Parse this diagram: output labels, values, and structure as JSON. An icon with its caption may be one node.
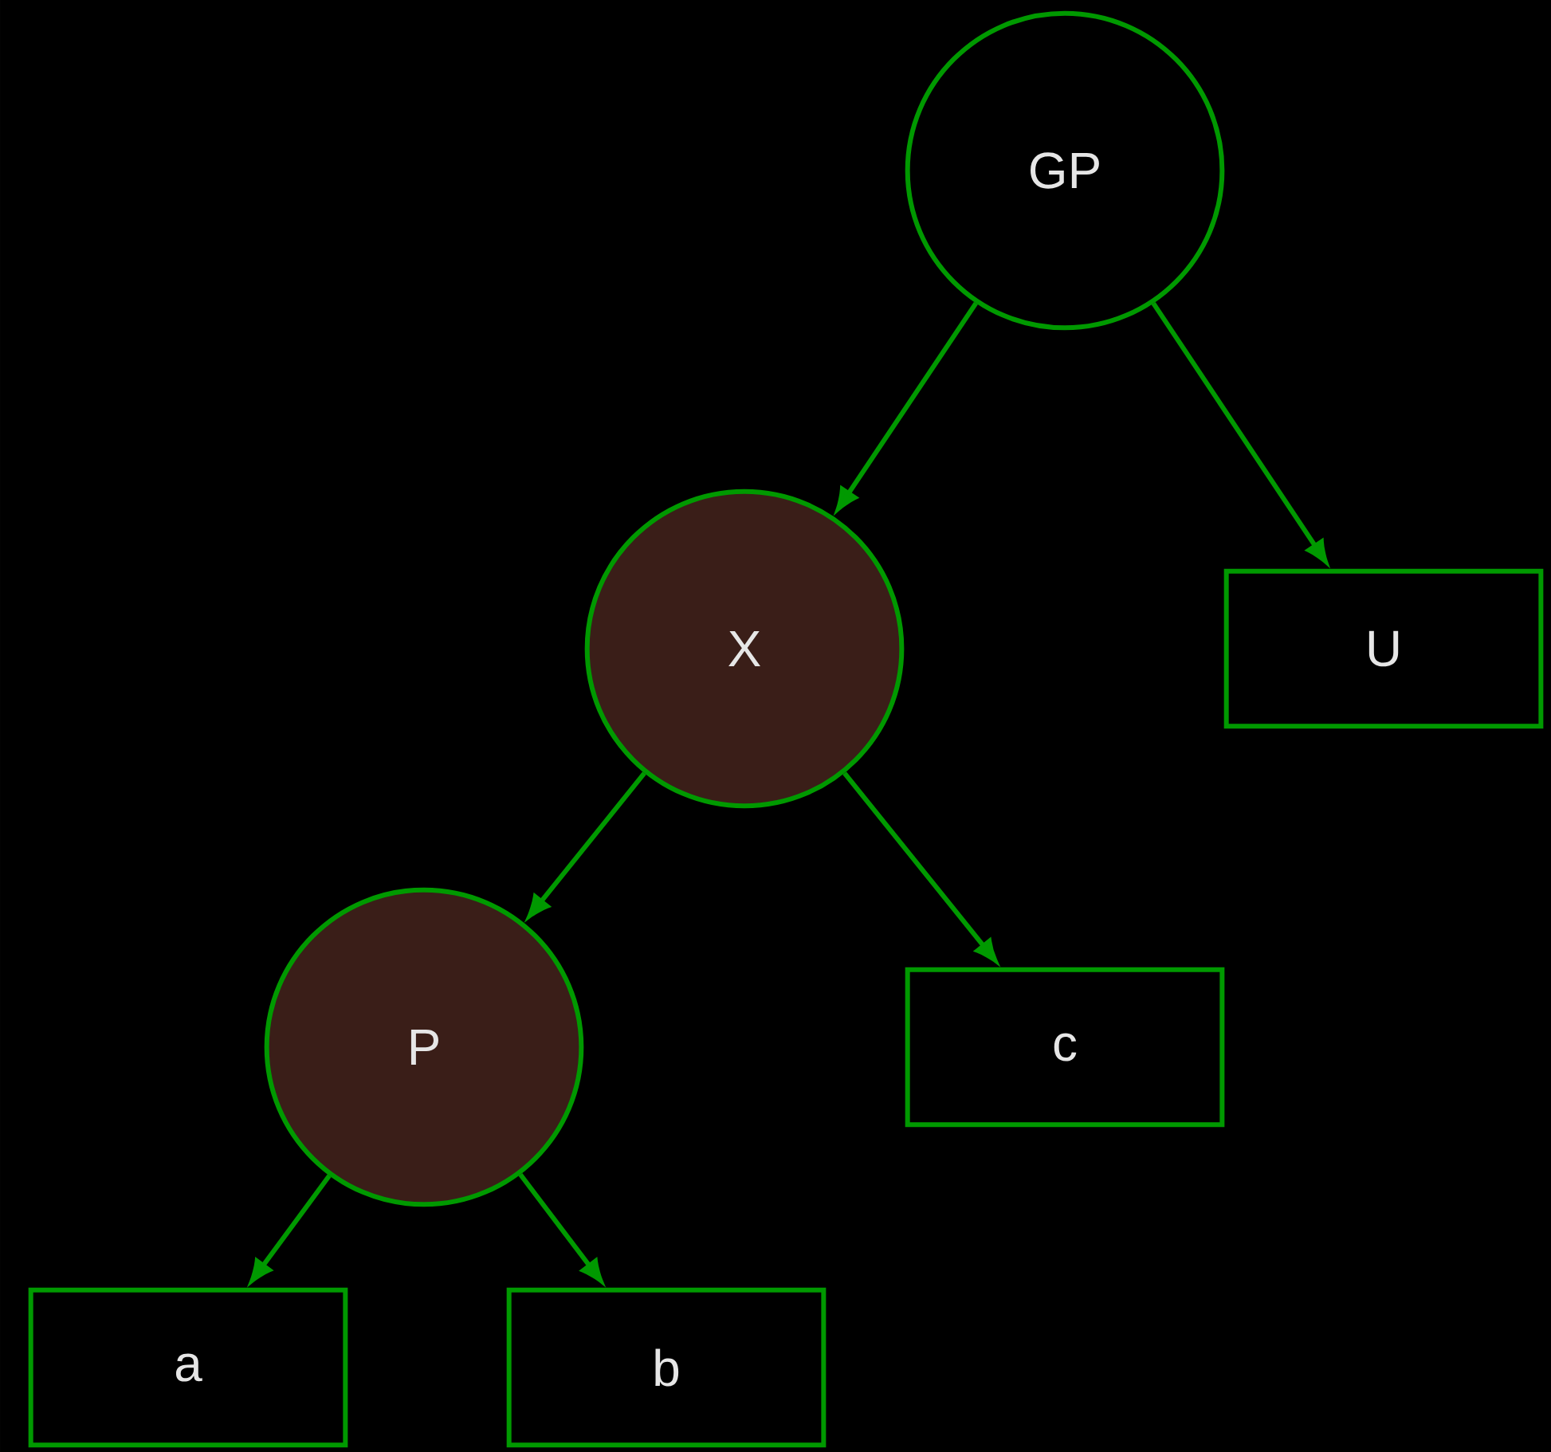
{
  "diagram": {
    "nodes": [
      {
        "text": [
          "GP"
        ]
      },
      {
        "text": [
          "X"
        ]
      },
      {
        "text": [
          "U"
        ]
      },
      {
        "text": [
          "P"
        ]
      },
      {
        "text": [
          "c"
        ]
      },
      {
        "text": [
          "a"
        ]
      },
      {
        "text": [
          "b"
        ]
      }
    ],
    "edges": [
      {
        "from": 0,
        "to": 1,
        "arrow": "to"
      },
      {
        "from": 0,
        "to": 2,
        "arrow": "to"
      },
      {
        "from": 1,
        "to": 3,
        "arrow": "to"
      },
      {
        "from": 1,
        "to": 4,
        "arrow": "to"
      },
      {
        "from": 3,
        "to": 5,
        "arrow": "to"
      },
      {
        "from": 3,
        "to": 6,
        "arrow": "to"
      }
    ]
  }
}
